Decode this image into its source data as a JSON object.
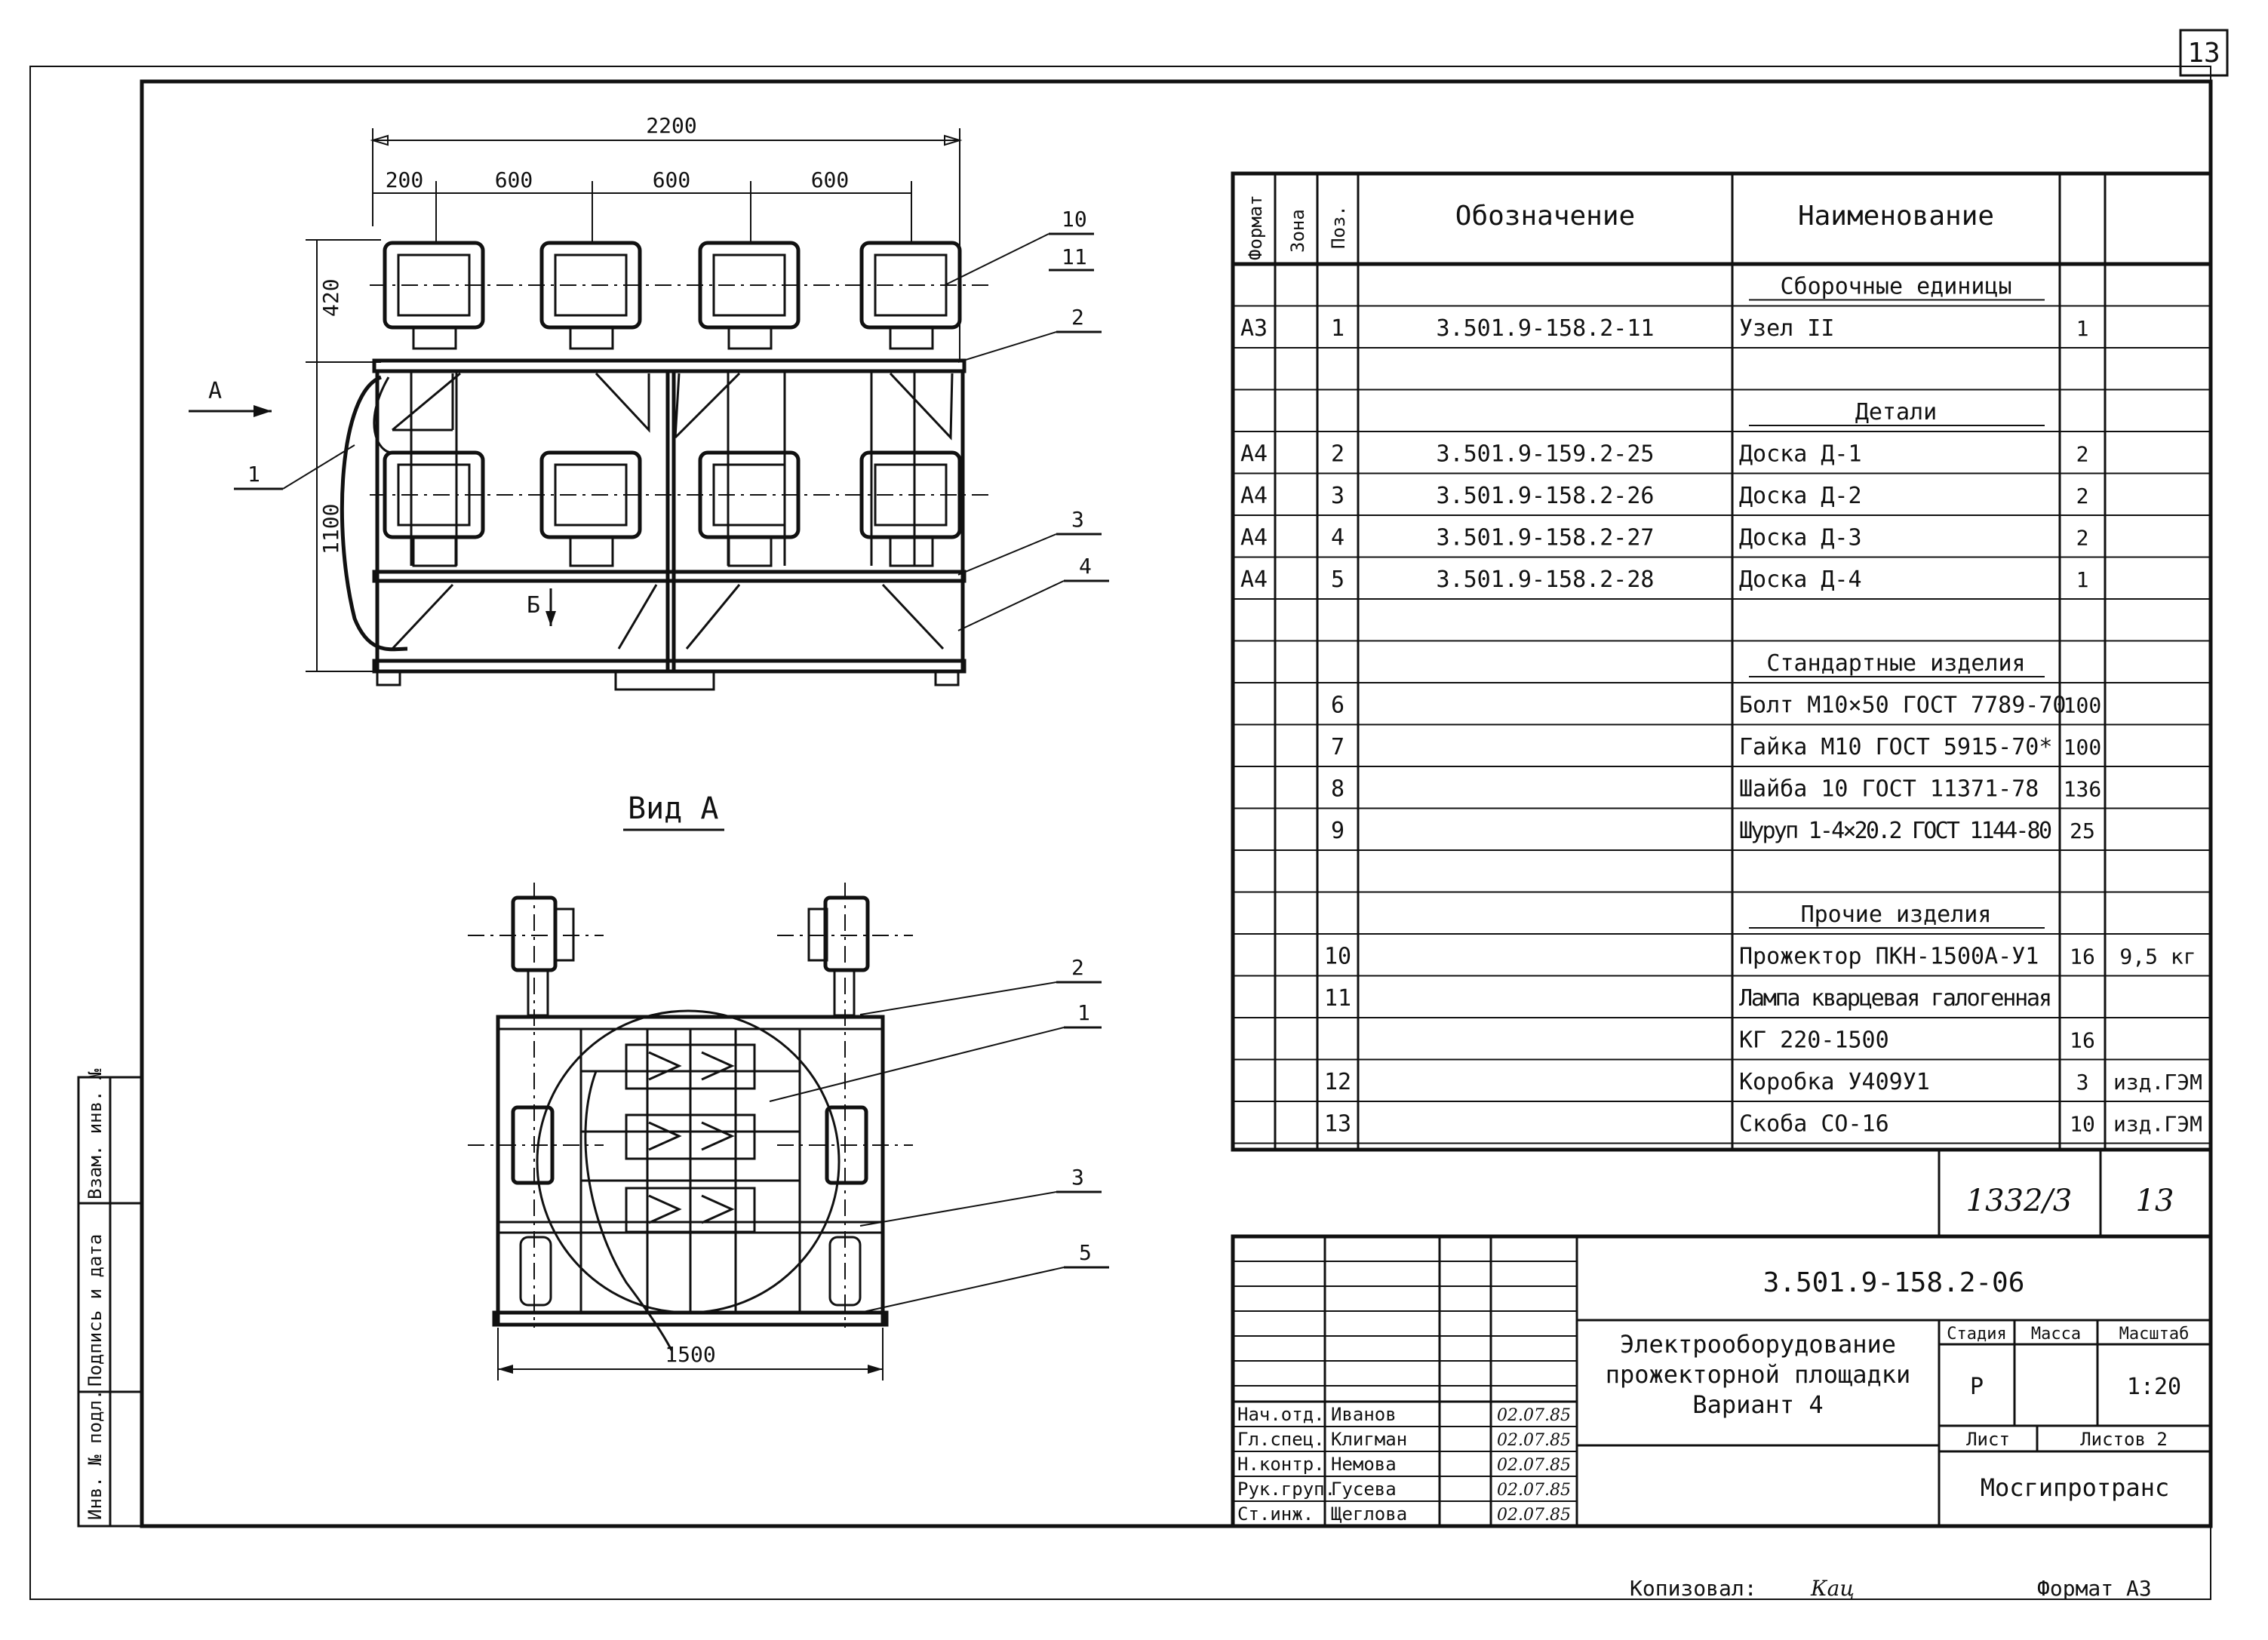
{
  "sheet": {
    "page_number": "13",
    "copied_by_label": "Копизовал:",
    "copied_by_sign": "Кац",
    "format_label": "Формат А3"
  },
  "drawing": {
    "top_view": {
      "dim_total": "2200",
      "dims_top": [
        "200",
        "600",
        "600",
        "600"
      ],
      "dim_left_top": "420",
      "dim_left_main": "1100",
      "view_arrow_label": "А",
      "section_label": "Б",
      "callouts": [
        "10",
        "11",
        "2",
        "1",
        "3",
        "4"
      ]
    },
    "view_a": {
      "title": "Вид А",
      "dim_bottom": "1500",
      "callouts": [
        "2",
        "1",
        "3",
        "5"
      ]
    }
  },
  "spec_table": {
    "headers": {
      "format": "Формат",
      "zone": "Зона",
      "pos": "Поз.",
      "designation": "Обозначение",
      "name": "Наименование"
    },
    "rows": [
      {
        "fmt": "",
        "pos": "",
        "des": "",
        "name": "Сборочные единицы",
        "qty": "",
        "note": "",
        "section": true
      },
      {
        "fmt": "А3",
        "pos": "1",
        "des": "3.501.9-158.2-11",
        "name": "Узел II",
        "qty": "1",
        "note": ""
      },
      {
        "fmt": "",
        "pos": "",
        "des": "",
        "name": "",
        "qty": "",
        "note": ""
      },
      {
        "fmt": "",
        "pos": "",
        "des": "",
        "name": "Детали",
        "qty": "",
        "note": "",
        "section": true
      },
      {
        "fmt": "А4",
        "pos": "2",
        "des": "3.501.9-159.2-25",
        "name": "Доска Д-1",
        "qty": "2",
        "note": ""
      },
      {
        "fmt": "А4",
        "pos": "3",
        "des": "3.501.9-158.2-26",
        "name": "Доска Д-2",
        "qty": "2",
        "note": ""
      },
      {
        "fmt": "А4",
        "pos": "4",
        "des": "3.501.9-158.2-27",
        "name": "Доска Д-3",
        "qty": "2",
        "note": ""
      },
      {
        "fmt": "А4",
        "pos": "5",
        "des": "3.501.9-158.2-28",
        "name": "Доска Д-4",
        "qty": "1",
        "note": ""
      },
      {
        "fmt": "",
        "pos": "",
        "des": "",
        "name": "",
        "qty": "",
        "note": ""
      },
      {
        "fmt": "",
        "pos": "",
        "des": "",
        "name": "Стандартные изделия",
        "qty": "",
        "note": "",
        "section": true
      },
      {
        "fmt": "",
        "pos": "6",
        "des": "",
        "name": "Болт М10×50 ГОСТ 7789-70",
        "qty": "100",
        "note": ""
      },
      {
        "fmt": "",
        "pos": "7",
        "des": "",
        "name": "Гайка М10 ГОСТ 5915-70*",
        "qty": "100",
        "note": ""
      },
      {
        "fmt": "",
        "pos": "8",
        "des": "",
        "name": "Шайба 10 ГОСТ 11371-78",
        "qty": "136",
        "note": ""
      },
      {
        "fmt": "",
        "pos": "9",
        "des": "",
        "name": "Шуруп 1-4×20.2 ГОСТ 1144-80",
        "qty": "25",
        "note": ""
      },
      {
        "fmt": "",
        "pos": "",
        "des": "",
        "name": "",
        "qty": "",
        "note": ""
      },
      {
        "fmt": "",
        "pos": "",
        "des": "",
        "name": "Прочие изделия",
        "qty": "",
        "note": "",
        "section": true
      },
      {
        "fmt": "",
        "pos": "10",
        "des": "",
        "name": "Прожектор ПКН-1500А-У1",
        "qty": "16",
        "note": "9,5 кг"
      },
      {
        "fmt": "",
        "pos": "11",
        "des": "",
        "name": "Лампа кварцевая галогенная",
        "qty": "",
        "note": ""
      },
      {
        "fmt": "",
        "pos": "",
        "des": "",
        "name": "КГ 220-1500",
        "qty": "16",
        "note": ""
      },
      {
        "fmt": "",
        "pos": "12",
        "des": "",
        "name": "Коробка У409У1",
        "qty": "3",
        "note": "изд.ГЭМ"
      },
      {
        "fmt": "",
        "pos": "13",
        "des": "",
        "name": "Скоба СО-16",
        "qty": "10",
        "note": "изд.ГЭМ"
      }
    ]
  },
  "title_block": {
    "album_number": "1332/3",
    "album_sheet": "13",
    "document_code": "3.501.9-158.2-06",
    "title_line1": "Электрооборудование",
    "title_line2": "прожекторной площадки",
    "title_line3": "Вариант 4",
    "stage_label": "Стадия",
    "mass_label": "Масса",
    "scale_label": "Масштаб",
    "stage_value": "Р",
    "scale_value": "1:20",
    "sheet_label": "Лист",
    "sheets_label": "Листов 2",
    "organization": "Мосгипротранс",
    "signatures": [
      {
        "role": "Нач.отд.",
        "name": "Иванов",
        "date": "02.07.85"
      },
      {
        "role": "Гл.спец.",
        "name": "Клигман",
        "date": "02.07.85"
      },
      {
        "role": "Н.контр.",
        "name": "Немова",
        "date": "02.07.85"
      },
      {
        "role": "Рук.груп.",
        "name": "Гусева",
        "date": "02.07.85"
      },
      {
        "role": "Ст.инж.",
        "name": "Щеглова",
        "date": "02.07.85"
      }
    ]
  },
  "side_stamp": {
    "inv_orig": "Инв. № подл.",
    "sign_date": "Подпись и дата",
    "replace_inv": "Взам. инв. №"
  }
}
